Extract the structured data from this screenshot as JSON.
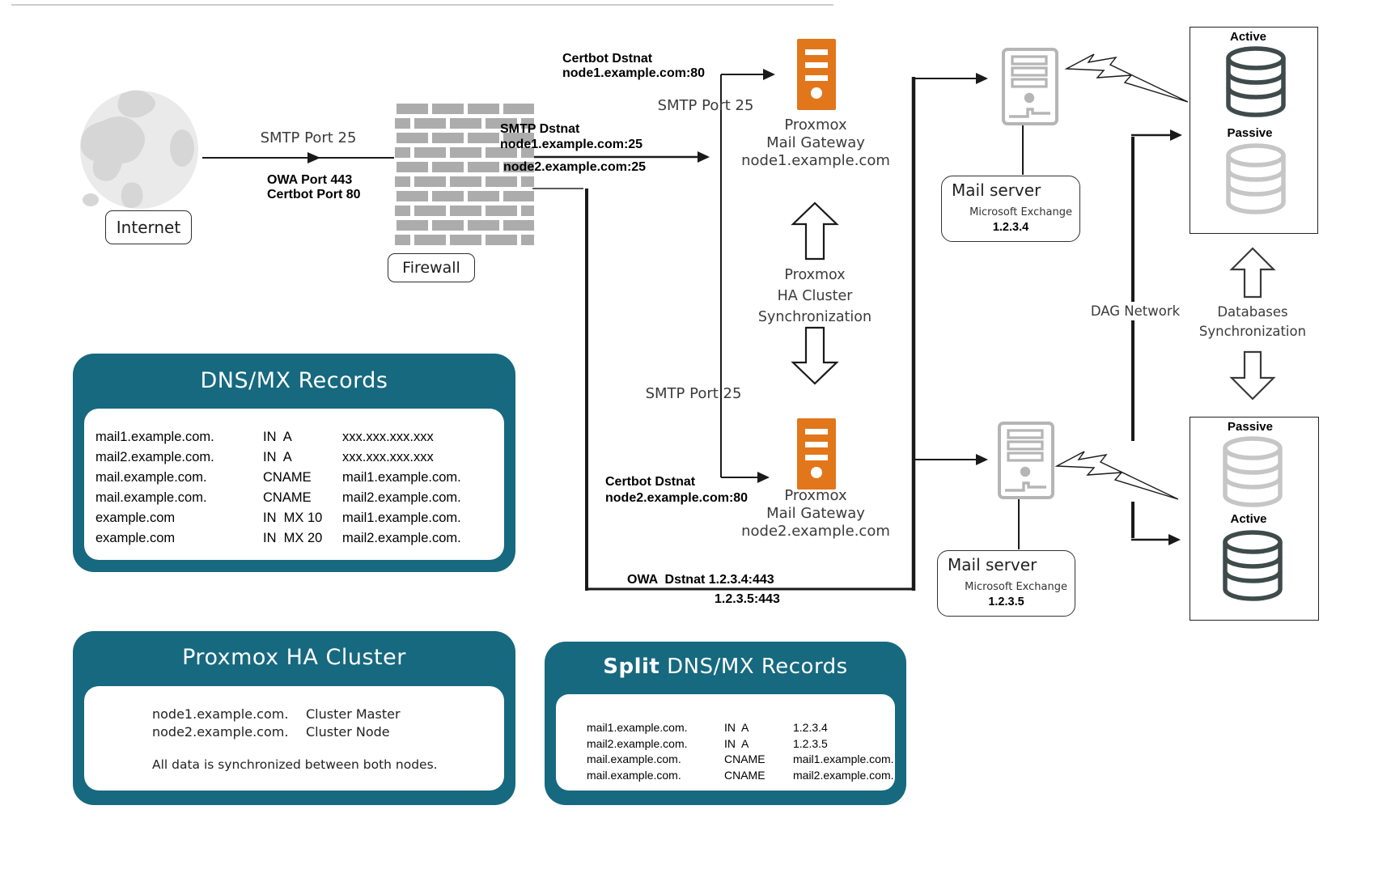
{
  "colors": {
    "teal": "#16697F",
    "proxmox_orange": "#E2761B",
    "brick_gray": "#ACACAC",
    "server_gray": "#B5B5B5",
    "db_dark": "#3F4B4B",
    "db_light": "#C6C6C6",
    "line": "#1A1A1A"
  },
  "internet": {
    "label": "Internet"
  },
  "firewall": {
    "label": "Firewall"
  },
  "edges": {
    "smtp_in": "SMTP Port 25",
    "owa_port": "OWA Port 443",
    "certbot_port": "Certbot Port 80",
    "certbot_dstnat1_l1": "Certbot Dstnat",
    "certbot_dstnat1_l2": "node1.example.com:80",
    "smtp_dstnat_l1": "SMTP Dstnat",
    "smtp_dstnat_l2": "node1.example.com:25",
    "smtp_dstnat_l3": "node2.example.com:25",
    "smtp_node1": "SMTP Port 25",
    "smtp_node2": "SMTP Port 25",
    "certbot_dstnat2_l1": "Certbot Dstnat",
    "certbot_dstnat2_l2": "node2.example.com:80",
    "owa_dstnat_l1": "OWA  Dstnat 1.2.3.4:443",
    "owa_dstnat_l2": "1.2.3.5:443",
    "dag_network": "DAG Network",
    "db_sync_l1": "Databases",
    "db_sync_l2": "Synchronization"
  },
  "gateway1": {
    "l1": "Proxmox",
    "l2": "Mail Gateway",
    "l3": "node1.example.com"
  },
  "gateway2": {
    "l1": "Proxmox",
    "l2": "Mail Gateway",
    "l3": "node2.example.com"
  },
  "ha_sync": {
    "l1": "Proxmox",
    "l2": "HA Cluster",
    "l3": "Synchronization"
  },
  "mail1": {
    "title": "Mail server",
    "vendor": "Microsoft Exchange",
    "ip": "1.2.3.4"
  },
  "mail2": {
    "title": "Mail server",
    "vendor": "Microsoft Exchange",
    "ip": "1.2.3.5"
  },
  "dag_box1": {
    "top": "Active",
    "bottom": "Passive"
  },
  "dag_box2": {
    "top": "Passive",
    "bottom": "Active"
  },
  "dns_box": {
    "title": "DNS/MX Records",
    "rows": [
      {
        "name": "mail1.example.com.",
        "type": "IN  A",
        "value": "xxx.xxx.xxx.xxx"
      },
      {
        "name": "mail2.example.com.",
        "type": "IN  A",
        "value": "xxx.xxx.xxx.xxx"
      },
      {
        "name": "mail.example.com.",
        "type": "CNAME",
        "value": "mail1.example.com."
      },
      {
        "name": "mail.example.com.",
        "type": "CNAME",
        "value": "mail2.example.com."
      },
      {
        "name": "example.com",
        "type": "IN  MX 10",
        "value": "mail1.example.com."
      },
      {
        "name": "example.com",
        "type": "IN  MX 20",
        "value": "mail2.example.com."
      }
    ]
  },
  "ha_box": {
    "title": "Proxmox HA Cluster",
    "rows": [
      {
        "name": "node1.example.com.",
        "role": "Cluster Master"
      },
      {
        "name": "node2.example.com.",
        "role": "Cluster Node"
      }
    ],
    "note": "All data is synchronized between both nodes."
  },
  "split_box": {
    "title_bold": "Split",
    "title_rest": "DNS/MX Records",
    "rows": [
      {
        "name": "mail1.example.com.",
        "type": "IN  A",
        "value": "1.2.3.4"
      },
      {
        "name": "mail2.example.com.",
        "type": "IN  A",
        "value": "1.2.3.5"
      },
      {
        "name": "mail.example.com.",
        "type": "CNAME",
        "value": "mail1.example.com."
      },
      {
        "name": "mail.example.com.",
        "type": "CNAME",
        "value": "mail2.example.com."
      }
    ]
  }
}
